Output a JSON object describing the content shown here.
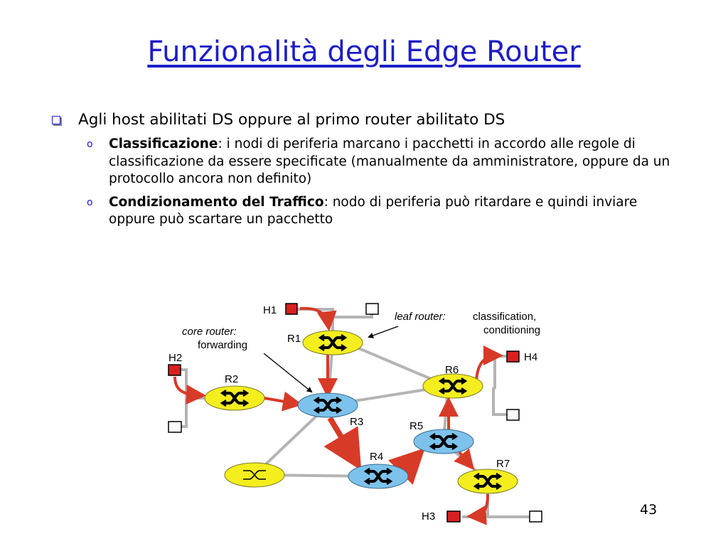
{
  "slide": {
    "title": "Funzionalità degli Edge Router",
    "page_number": "43"
  },
  "bullets": {
    "main": "Agli host abilitati DS oppure al primo router abilitato DS",
    "items": [
      {
        "term": "Classificazione",
        "text": ": i nodi di periferia marcano i pacchetti in accordo alle regole di classificazione da essere specificate (manualmente da amministratore, oppure da un protocollo ancora non definito)"
      },
      {
        "term": "Condizionamento del Traffico",
        "text": ": nodo di periferia può ritardare e quindi inviare oppure può scartare un pacchetto"
      }
    ]
  },
  "diagram": {
    "colors": {
      "edge_router": "#f4ee1f",
      "core_router": "#7cc2ec",
      "host": "#d82020",
      "link": "#b4b4b4",
      "flow": "#d83a28"
    },
    "routers": [
      {
        "id": "r1",
        "label": "R1",
        "kind": "edge"
      },
      {
        "id": "r2",
        "label": "R2",
        "kind": "edge"
      },
      {
        "id": "r3",
        "label": "R3",
        "kind": "core"
      },
      {
        "id": "r4",
        "label": "R4",
        "kind": "core"
      },
      {
        "id": "r5",
        "label": "R5",
        "kind": "core"
      },
      {
        "id": "r6",
        "label": "R6",
        "kind": "edge"
      },
      {
        "id": "r7",
        "label": "R7",
        "kind": "edge"
      },
      {
        "id": "r8",
        "label": "",
        "kind": "edge"
      }
    ],
    "hosts": [
      {
        "id": "h1",
        "label": "H1",
        "active": true
      },
      {
        "id": "h2",
        "label": "H2",
        "active": true
      },
      {
        "id": "h3",
        "label": "H3",
        "active": true
      },
      {
        "id": "h4",
        "label": "H4",
        "active": true
      }
    ],
    "annotations": {
      "core_router_label": "core router:",
      "core_router_role": "forwarding",
      "leaf_router_label": "leaf router:",
      "leaf_router_role": "classification,",
      "leaf_router_role2": "conditioning"
    }
  }
}
